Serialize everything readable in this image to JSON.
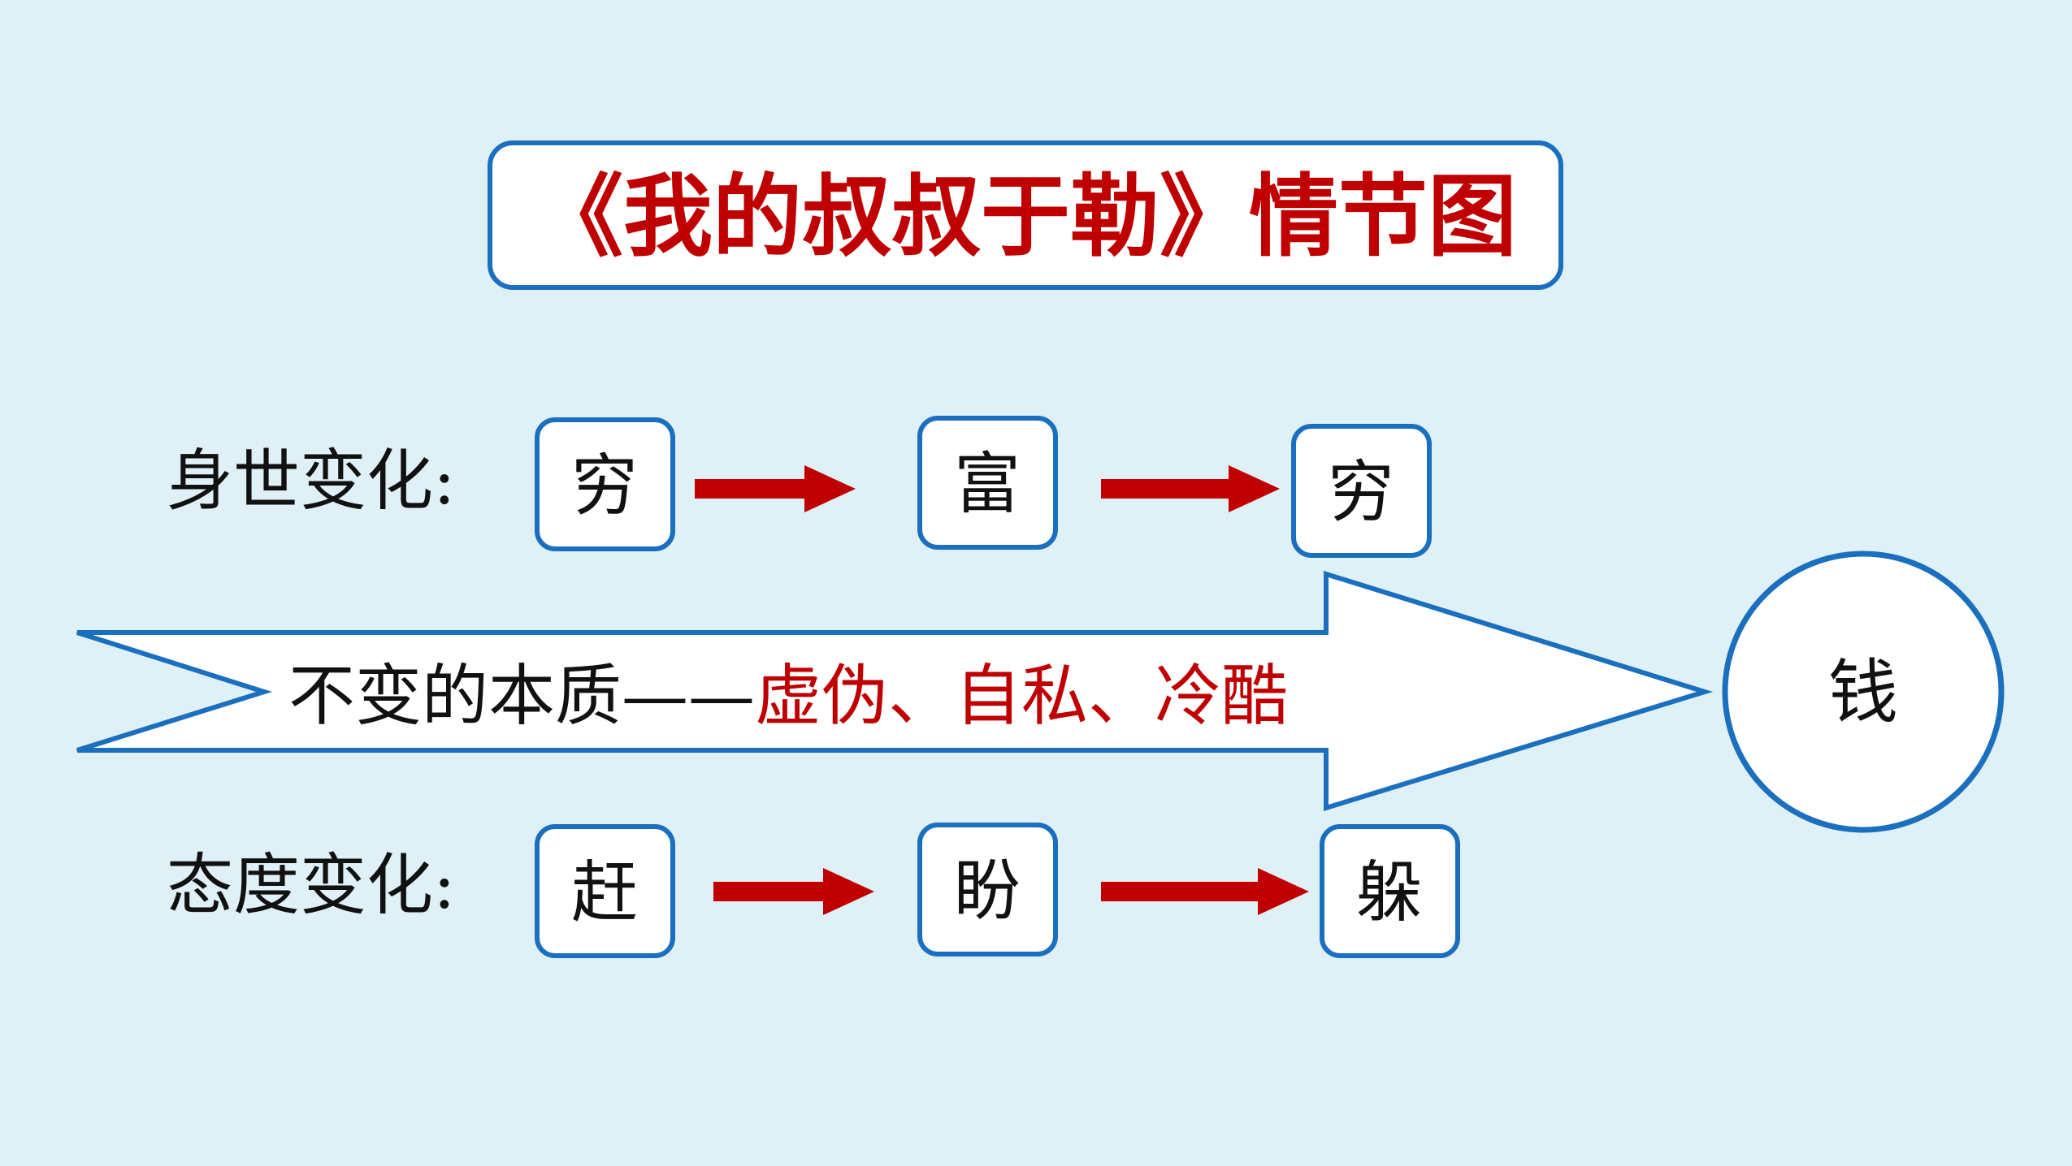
{
  "title": "《我的叔叔于勒》情节图",
  "rows": [
    {
      "label": "身世变化:",
      "steps": [
        "穷",
        "富",
        "穷"
      ]
    },
    {
      "label": "态度变化:",
      "steps": [
        "赶",
        "盼",
        "躲"
      ]
    }
  ],
  "central_arrow": {
    "prefix": "不变的本质——",
    "highlight": "虚伪、自私、冷酷"
  },
  "target": "钱",
  "colors": {
    "background": "#dff1f7",
    "border": "#1b6fbf",
    "title_red": "#c00000",
    "arrow_red": "#c00000",
    "text_black": "#111111",
    "box_fill": "#ffffff"
  }
}
